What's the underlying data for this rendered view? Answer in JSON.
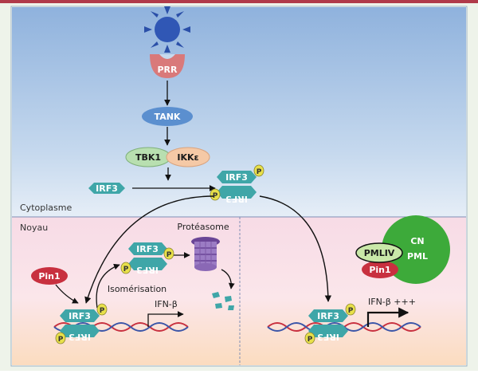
{
  "regions": {
    "cytoplasm": "Cytoplasme",
    "nucleus": "Noyau"
  },
  "cytoplasm": {
    "receptor": "PRR",
    "adaptor": "TANK",
    "kinase1": "TBK1",
    "kinase2": "IKKε",
    "irf3_free": "IRF3",
    "irf3_dimer": "IRF3",
    "irf3_dimer_flipped": "IRF3"
  },
  "nucleus_left": {
    "pin1": "Pin1",
    "proteasome": "Protéasome",
    "isomerization": "Isomérisation",
    "irf3_top": "IRF3",
    "irf3_top_flipped": "IRF3",
    "irf3_dna": "IRF3",
    "irf3_dna_flipped": "IRF3",
    "gene": "IFN-β"
  },
  "nucleus_right": {
    "pmliv": "PMLIV",
    "pin1": "Pin1",
    "cn": "CN",
    "pml": "PML",
    "irf3_dna": "IRF3",
    "irf3_dna_flipped": "IRF3",
    "gene": "IFN-β +++"
  },
  "phospho_label": "P",
  "colors": {
    "irf3": "#3fa6a8",
    "prr": "#d9797a",
    "tank": "#5b8fcf",
    "tbk1": "#b8dfb0",
    "ikke": "#f5c9a6",
    "pin1": "#c8303f",
    "pml_green": "#3daa3a",
    "phospho": "#e8e04a",
    "proteasome": "#7f5aa8"
  }
}
